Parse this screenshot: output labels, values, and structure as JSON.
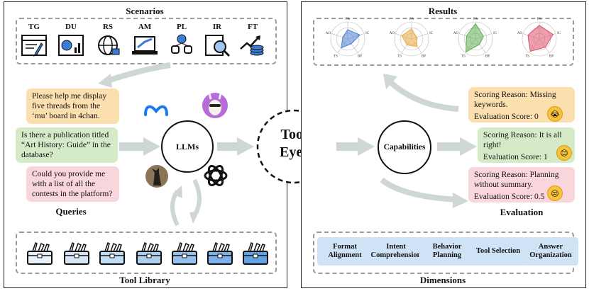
{
  "left": {
    "scenarios_title": "Scenarios",
    "scenarios": [
      {
        "code": "TG",
        "icon": "text-generation-icon"
      },
      {
        "code": "DU",
        "icon": "data-understanding-icon"
      },
      {
        "code": "RS",
        "icon": "globe-icon"
      },
      {
        "code": "AM",
        "icon": "laptop-icon"
      },
      {
        "code": "PL",
        "icon": "personal-life-icon"
      },
      {
        "code": "IR",
        "icon": "search-document-icon"
      },
      {
        "code": "FT",
        "icon": "finance-icon"
      }
    ],
    "queries": [
      "Please help me display five threads from the ‘mu’ board in 4chan.",
      "Is there a publication titled “Art History: Guide” in the database?",
      "Could you provide me with a  list of all the contests in the platform?"
    ],
    "queries_label": "Queries",
    "llms_label": "LLMs",
    "tool_library_title": "Tool Library"
  },
  "center": {
    "line1": "Tool",
    "line2": "Eyes"
  },
  "right": {
    "results_title": "Results",
    "radar_axes": [
      "FA",
      "IC",
      "BP",
      "TS",
      "AO"
    ],
    "radar_colors": [
      "#4a7fd4",
      "#f0a640",
      "#5fae4e",
      "#e0506a"
    ],
    "capabilities_label": "Capabilities",
    "evaluations": [
      {
        "reason": "Scoring Reason: Missing keywords.",
        "score": "Evaluation Score: 0",
        "emoji": "crying-face-icon",
        "bg": "#fbdfae"
      },
      {
        "reason": "Scoring Reason: It is all right!",
        "score": "Evaluation Score: 1",
        "emoji": "smiling-face-icon",
        "bg": "#d5ebc8"
      },
      {
        "reason": "Scoring Reason: Planning without summary.",
        "score": "Evaluation Score: 0.5",
        "emoji": "unamused-face-icon",
        "bg": "#f9d6dc"
      }
    ],
    "evaluation_label": "Evaluation",
    "dimensions": [
      "Format Alignment",
      "Intent Comprehension",
      "Behavior Planning",
      "Tool Selection",
      "Answer Organization"
    ],
    "dimensions_title": "Dimensions"
  }
}
